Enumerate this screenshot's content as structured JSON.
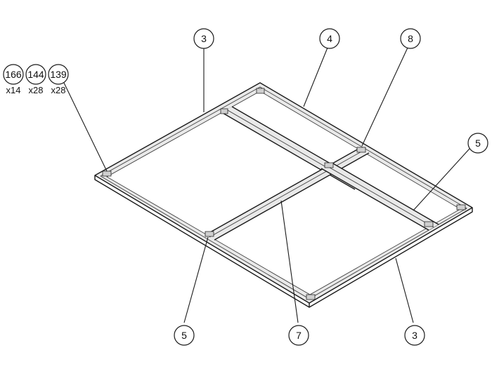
{
  "drawing": {
    "callouts": {
      "top_frame_3": "3",
      "top_frame_4": "4",
      "top_frame_8": "8",
      "right_frame_5": "5",
      "bottom_left_5": "5",
      "bottom_middle_7": "7",
      "bottom_right_3": "3"
    },
    "hardware": [
      {
        "part": "166",
        "qty": "x14"
      },
      {
        "part": "144",
        "qty": "x28"
      },
      {
        "part": "139",
        "qty": "x28"
      }
    ]
  }
}
